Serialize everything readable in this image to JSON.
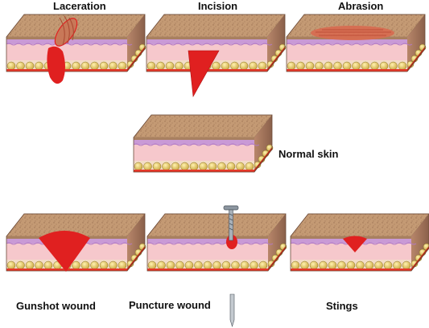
{
  "diagram": {
    "labels": {
      "laceration": "Laceration",
      "incision": "Incision",
      "abrasion": "Abrasion",
      "normal_skin": "Normal skin",
      "gunshot_wound": "Gunshot wound",
      "puncture_wound": "Puncture wound",
      "stings": "Stings"
    },
    "colors": {
      "skin_top": "#c49a74",
      "skin_speckle": "#9c7252",
      "dermis_purple": "#c99ad6",
      "dermis_pink": "#f6c8cc",
      "side_dark": "#9a6e55",
      "fat_yellow": "#e2c35c",
      "fat_outline": "#8a7420",
      "wound_red": "#e02020",
      "bottom_red": "#e53828",
      "nail_gray": "#8c96a0"
    }
  }
}
